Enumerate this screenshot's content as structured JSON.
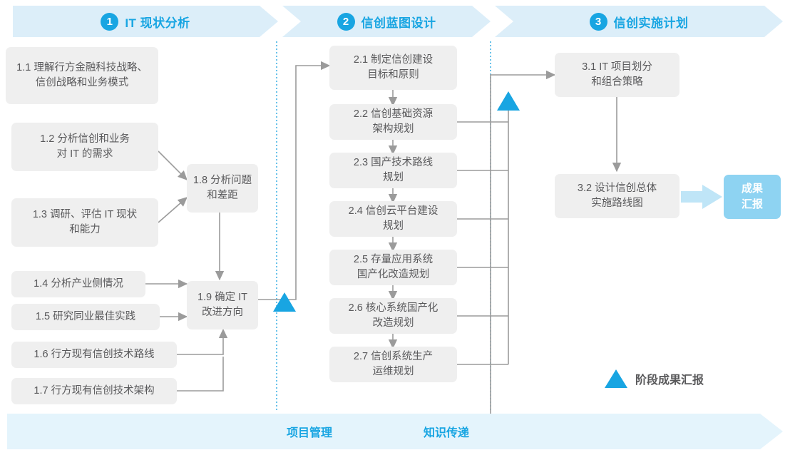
{
  "header": {
    "phases": [
      {
        "num": "1",
        "label": "IT 现状分析"
      },
      {
        "num": "2",
        "label": "信创蓝图设计"
      },
      {
        "num": "3",
        "label": "信创实施计划"
      }
    ]
  },
  "colors": {
    "accent_blue": "#18a5e2",
    "ribbon_fill": "#dceef9",
    "footer_fill": "#e4f4fc",
    "node_fill": "#efefef",
    "node_text": "#59595b",
    "result_fill": "#8ed3f2",
    "connector": "#9b9b9b",
    "divider_dotted": "#29a9e0"
  },
  "phase1": {
    "nodes": [
      {
        "id": "1.1",
        "text": "1.1 理解行方金融科技战略、\n信创战略和业务模式"
      },
      {
        "id": "1.2",
        "text": "1.2 分析信创和业务\n对 IT 的需求"
      },
      {
        "id": "1.3",
        "text": "1.3 调研、评估 IT 现状\n和能力"
      },
      {
        "id": "1.4",
        "text": "1.4 分析产业侧情况"
      },
      {
        "id": "1.5",
        "text": "1.5 研究同业最佳实践"
      },
      {
        "id": "1.6",
        "text": "1.6 行方现有信创技术路线"
      },
      {
        "id": "1.7",
        "text": "1.7 行方现有信创技术架构"
      },
      {
        "id": "1.8",
        "text": "1.8 分析问题\n和差距"
      },
      {
        "id": "1.9",
        "text": "1.9 确定 IT\n改进方向"
      }
    ]
  },
  "phase2": {
    "nodes": [
      {
        "id": "2.1",
        "text": "2.1 制定信创建设\n目标和原则"
      },
      {
        "id": "2.2",
        "text": "2.2 信创基础资源\n架构规划"
      },
      {
        "id": "2.3",
        "text": "2.3 国产技术路线\n规划"
      },
      {
        "id": "2.4",
        "text": "2.4 信创云平台建设\n规划"
      },
      {
        "id": "2.5",
        "text": "2.5 存量应用系统\n国产化改造规划"
      },
      {
        "id": "2.6",
        "text": "2.6 核心系统国产化\n改造规划"
      },
      {
        "id": "2.7",
        "text": "2.7 信创系统生产\n运维规划"
      }
    ]
  },
  "phase3": {
    "nodes": [
      {
        "id": "3.1",
        "text": "3.1 IT 项目划分\n和组合策略"
      },
      {
        "id": "3.2",
        "text": "3.2 设计信创总体\n实施路线图"
      }
    ],
    "result": {
      "text": "成果\n汇报"
    }
  },
  "legend": {
    "icon": "triangle-up-icon",
    "text": "阶段成果汇报"
  },
  "footer": {
    "labels": [
      "项目管理",
      "知识传递"
    ]
  }
}
